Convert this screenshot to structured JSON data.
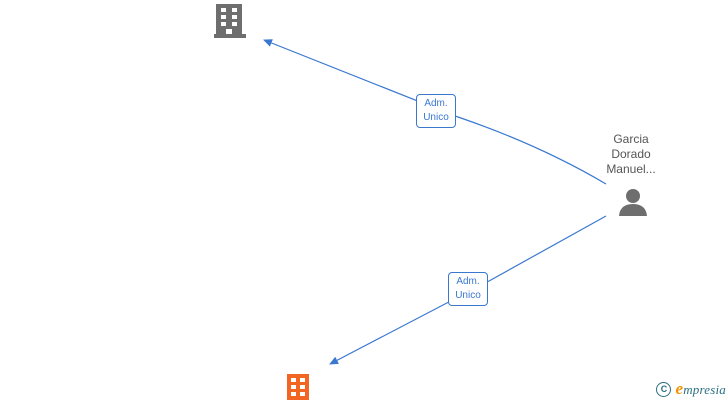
{
  "person": {
    "name_lines": [
      "Garcia",
      "Dorado",
      "Manuel..."
    ],
    "icon": "person-icon"
  },
  "nodes": [
    {
      "id": "company-top",
      "icon": "building-icon",
      "color": "#6e6e6e"
    },
    {
      "id": "company-bottom",
      "icon": "building-icon",
      "color": "#f26522"
    }
  ],
  "edges": [
    {
      "label_lines": [
        "Adm.",
        "Unico"
      ],
      "color": "#3a78d0"
    },
    {
      "label_lines": [
        "Adm.",
        "Unico"
      ],
      "color": "#3a78d0"
    }
  ],
  "brand": {
    "copyright_symbol": "C",
    "name_initial": "e",
    "name_rest": "mpresia",
    "primary_color": "#2a6f82",
    "accent_color": "#f39200"
  }
}
